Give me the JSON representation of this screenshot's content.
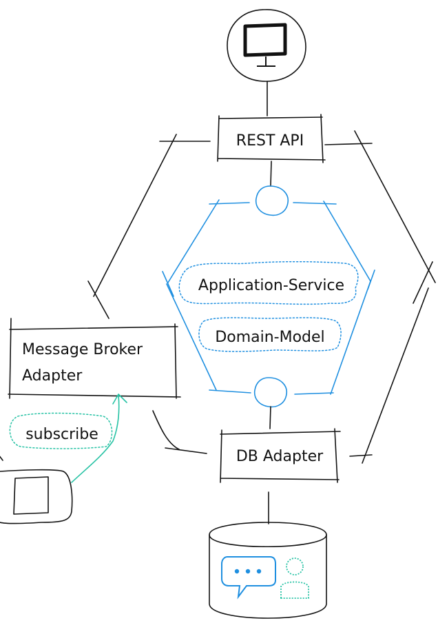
{
  "nodes": {
    "rest_api": "REST API",
    "application_service": "Application-Service",
    "domain_model": "Domain-Model",
    "message_broker": [
      "Message Broker",
      "Adapter"
    ],
    "subscribe": "subscribe",
    "db_adapter": "DB Adapter"
  },
  "icons": {
    "client": "monitor-icon",
    "queue": "message-queue-icon",
    "database": "database-icon",
    "chat": "chat-bubble-icon",
    "user": "user-icon"
  },
  "colors": {
    "ink": "#111111",
    "hexagon": "#1e8fe0",
    "subscription": "#26c2a4"
  }
}
